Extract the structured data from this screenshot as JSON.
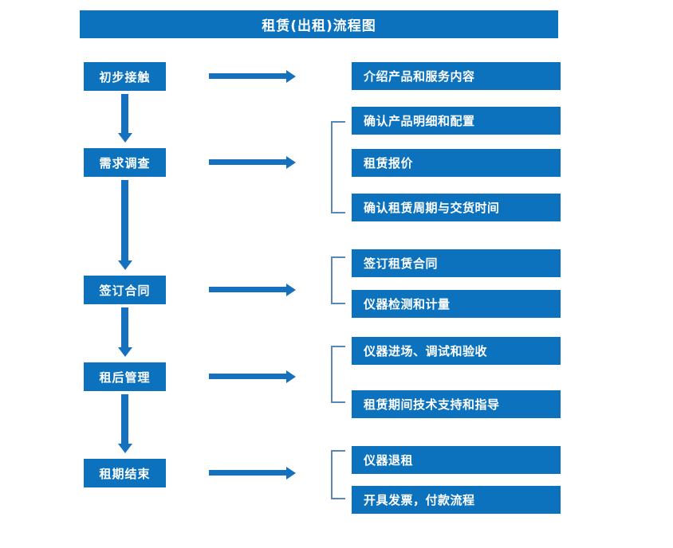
{
  "chart_data": {
    "type": "diagram",
    "title": "租赁(出租)流程图",
    "orientation": "vertical-left-stages-with-right-details",
    "stages": [
      {
        "label": "初步接触",
        "details": [
          "介绍产品和服务内容"
        ]
      },
      {
        "label": "需求调查",
        "details": [
          "确认产品明细和配置",
          "租赁报价",
          "确认租赁周期与交货时间"
        ]
      },
      {
        "label": "签订合同",
        "details": [
          "签订租赁合同",
          "仪器检测和计量"
        ]
      },
      {
        "label": "租后管理",
        "details": [
          "仪器进场、调试和验收",
          "租赁期间技术支持和指导"
        ]
      },
      {
        "label": "租期结束",
        "details": [
          "仪器退租",
          "开具发票，付款流程"
        ]
      }
    ]
  },
  "title": {
    "text": "租赁(出租)流程图"
  },
  "stages": [
    {
      "label": "初步接触"
    },
    {
      "label": "需求调查"
    },
    {
      "label": "签订合同"
    },
    {
      "label": "租后管理"
    },
    {
      "label": "租期结束"
    }
  ],
  "details": [
    {
      "label": "介绍产品和服务内容"
    },
    {
      "label": "确认产品明细和配置"
    },
    {
      "label": "租赁报价"
    },
    {
      "label": "确认租赁周期与交货时间"
    },
    {
      "label": "签订租赁合同"
    },
    {
      "label": "仪器检测和计量"
    },
    {
      "label": "仪器进场、调试和验收"
    },
    {
      "label": "租赁期间技术支持和指导"
    },
    {
      "label": "仪器退租"
    },
    {
      "label": "开具发票，付款流程"
    }
  ],
  "colors": {
    "box_fill": "#0C72BE",
    "box_text": "#FFFFFF",
    "arrow": "#1570BE",
    "bracket": "#5B87B5",
    "background": "#FFFFFF"
  }
}
